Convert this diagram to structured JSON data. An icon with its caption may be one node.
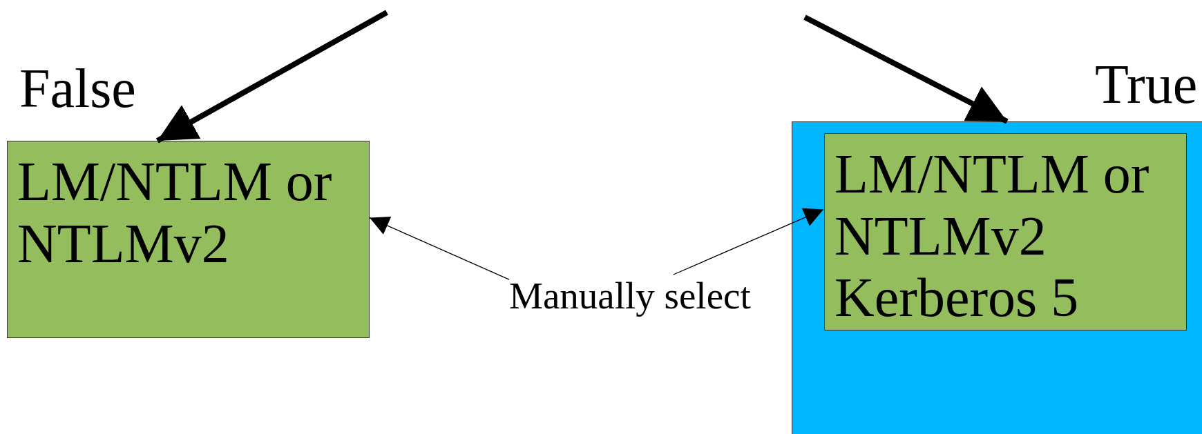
{
  "diagram": {
    "nodes": [
      {
        "text": [
          "LM/NTLM or NTLMv2"
        ],
        "beside": [
          "False"
        ]
      },
      {
        "text": [],
        "shape": "box",
        "beside": [
          "True"
        ]
      },
      {
        "text": [
          "LM/NTLM or NTLMv2 Kerberos 5"
        ],
        "in": 1
      },
      {
        "text": [
          "Manually select"
        ]
      }
    ],
    "edges": [
      {
        "from": null,
        "to": 0,
        "arrow": "to",
        "style": "thick"
      },
      {
        "from": null,
        "to": 1,
        "arrow": "to",
        "style": "thick"
      },
      {
        "from": 3,
        "to": 0,
        "arrow": "to"
      },
      {
        "from": 3,
        "to": 2,
        "arrow": "to"
      }
    ]
  }
}
